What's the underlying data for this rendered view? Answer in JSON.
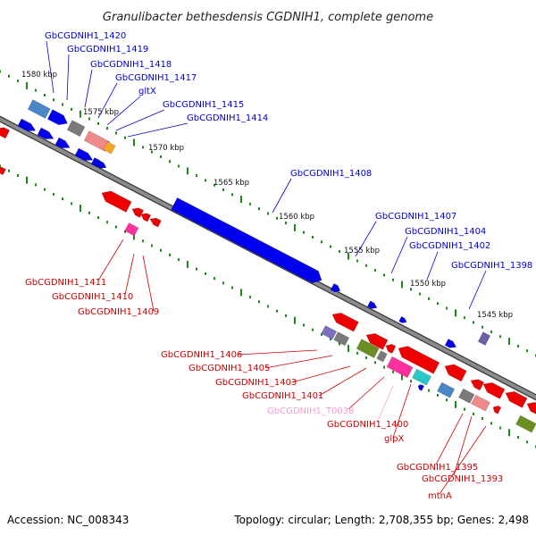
{
  "title": "Granulibacter bethesdensis CGDNIH1, complete genome",
  "footer": {
    "accession": "Accession: NC_008343",
    "summary": "Topology: circular; Length: 2,708,355 bp; Genes: 2,498"
  },
  "colors": {
    "forward_gene": "#0000ee",
    "reverse_gene": "#ee0000",
    "forward_label": "#0000cc",
    "reverse_label": "#cc0000",
    "trna_label": "#f19fd3",
    "backbone": "#8c8c8c",
    "tick": "#1b8a1b"
  },
  "kbp_labels": [
    "1580 kbp",
    "1575 kbp",
    "1570 kbp",
    "1565 kbp",
    "1560 kbp",
    "1555 kbp",
    "1550 kbp",
    "1545 kbp"
  ],
  "forward_labels": [
    "GbCGDNIH1_1420",
    "GbCGDNIH1_1419",
    "GbCGDNIH1_1418",
    "GbCGDNIH1_1417",
    "gltX",
    "GbCGDNIH1_1415",
    "GbCGDNIH1_1414",
    "GbCGDNIH1_1408",
    "GbCGDNIH1_1407",
    "GbCGDNIH1_1404",
    "GbCGDNIH1_1402",
    "GbCGDNIH1_1398"
  ],
  "reverse_labels": [
    "GbCGDNIH1_1411",
    "GbCGDNIH1_1410",
    "GbCGDNIH1_1409",
    "GbCGDNIH1_1406",
    "GbCGDNIH1_1405",
    "GbCGDNIH1_1403",
    "GbCGDNIH1_1401",
    "GbCGDNIH1_T0038",
    "GbCGDNIH1_1400",
    "glpX",
    "GbCGDNIH1_1395",
    "GbCGDNIH1_1393",
    "mtnA"
  ]
}
